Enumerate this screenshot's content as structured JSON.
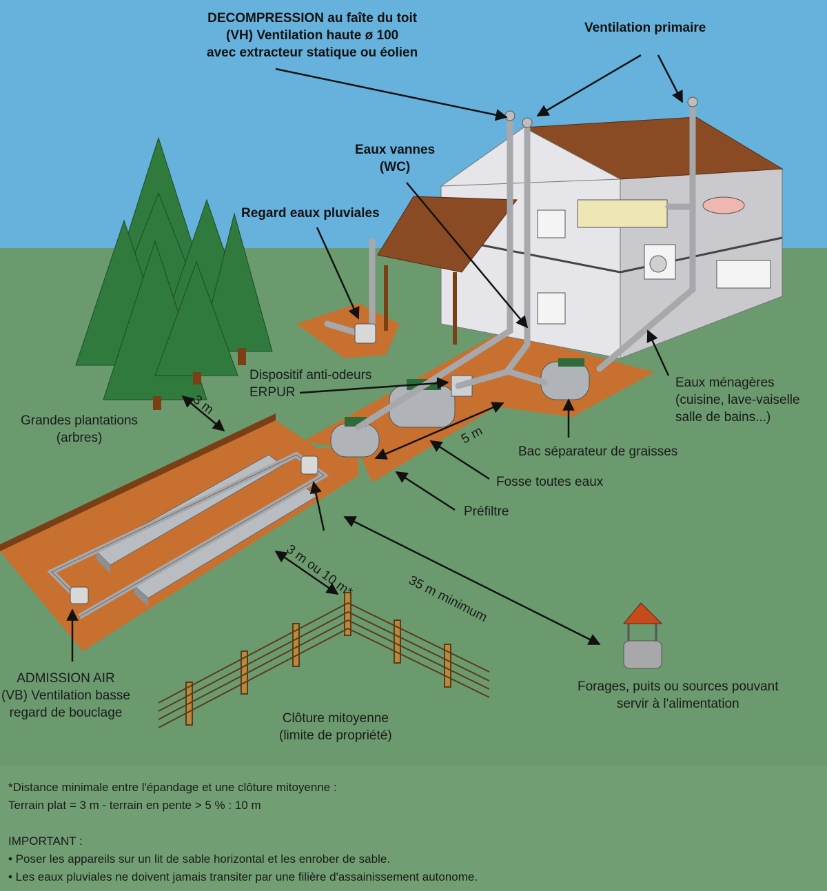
{
  "labels": {
    "decompression": [
      "DECOMPRESSION au faîte du toit",
      "(VH) Ventilation haute ø 100",
      "avec extracteur statique ou éolien"
    ],
    "ventilation_primaire": "Ventilation primaire",
    "eaux_vannes": [
      "Eaux vannes",
      "(WC)"
    ],
    "regard_pluviales": "Regard eaux pluviales",
    "anti_odeurs": [
      "Dispositif anti-odeurs",
      "ERPUR"
    ],
    "grandes_plantations": [
      "Grandes plantations",
      "(arbres)"
    ],
    "eaux_menageres": [
      "Eaux ménagères",
      "(cuisine, lave-vaiselle",
      "salle de bains...)"
    ],
    "bac_separateur": "Bac séparateur de graisses",
    "fosse": "Fosse toutes eaux",
    "prefiltre": "Préfiltre",
    "admission_air": [
      "ADMISSION AIR",
      "(VB) Ventilation basse",
      "regard de bouclage"
    ],
    "cloture": [
      "Clôture mitoyenne",
      "(limite de propriété)"
    ],
    "forages": [
      "Forages, puits ou sources pouvant",
      "servir à l'alimentation"
    ],
    "dist_3m": "3 m",
    "dist_5m": "5 m",
    "dist_3ou10": "3 m ou 10 m*",
    "dist_35m": "35 m minimum"
  },
  "notes": {
    "footnote_1": "*Distance minimale entre l'épandage et une clôture mitoyenne :",
    "footnote_2": "Terrain plat = 3 m - terrain en pente > 5 % : 10 m",
    "important_title": "IMPORTANT :",
    "important_1": "• Poser les appareils sur un lit de sable horizontal et les enrober de sable.",
    "important_2": "• Les eaux pluviales ne doivent jamais transiter par une filière d'assainissement autonome."
  },
  "colors": {
    "sky": "#67b2dc",
    "grass": "#6b9a6e",
    "soil": "#c8702f",
    "roof": "#8a4a24",
    "wall": "#e6e6ea",
    "tree": "#2f7a3c",
    "pipe": "#a6a8ac"
  }
}
